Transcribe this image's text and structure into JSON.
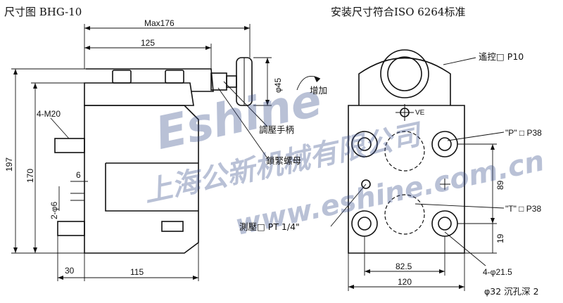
{
  "titles": {
    "left": "尺寸图 BHG-10",
    "right": "安装尺寸符合ISO 6264标准"
  },
  "dimensions": {
    "max_length": "Max176",
    "body_length": "125",
    "height_total": "197",
    "height_170": "170",
    "thread": "4-M20",
    "pin_offset": "6",
    "pins": "2-φ6",
    "knob_dia": "φ45",
    "bottom_30": "30",
    "bottom_115": "115",
    "width_82_5": "82.5",
    "width_120": "120",
    "height_89": "89",
    "height_19": "19",
    "holes": "4-φ21.5",
    "counterbore": "φ32 沉孔深 2"
  },
  "labels": {
    "increase": "增加",
    "handle": "調壓手柄",
    "lock_nut": "鎖緊螺母",
    "remote": "遙控□ P10",
    "ve": "VE",
    "port_p": "\"P\" □  P38",
    "port_t": "\"T\" □  P38",
    "gauge": "測壓□ PT 1/4\""
  },
  "watermark": {
    "line1": "Eshine",
    "line2": "上海公新机械有限公司",
    "line3": "www.eshine.com.cn"
  }
}
